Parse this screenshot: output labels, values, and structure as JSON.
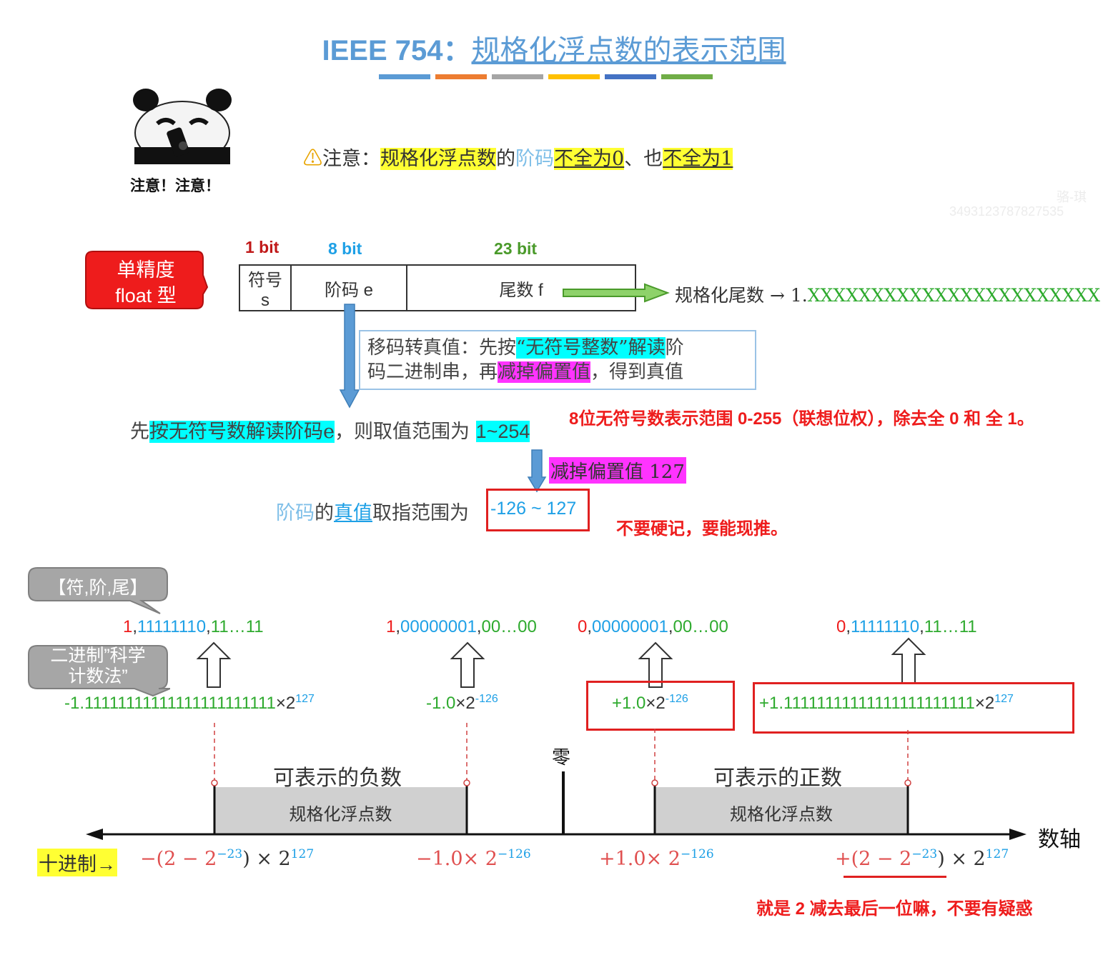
{
  "title": {
    "prefix": "IEEE 754：",
    "main": "规格化浮点数的表示范围"
  },
  "colors": {
    "bar1": "#5B9BD5",
    "bar2": "#ED7D31",
    "bar3": "#A5A5A5",
    "bar4": "#FFC000",
    "bar5": "#4472C4",
    "bar6": "#70AD47"
  },
  "panda": {
    "caption": "注意！注意！"
  },
  "notice": {
    "prefix": "注意：",
    "p1": "规格化浮点数",
    "p2": "的",
    "p3": "阶码",
    "p4": "不全为0",
    "p5": "、也",
    "p6": "不全为1"
  },
  "watermark": {
    "line1": "骆-琪",
    "line2": "3493123787827535"
  },
  "float_label": {
    "line1": "单精度",
    "line2": "float 型"
  },
  "bits": {
    "sign": "1 bit",
    "exp": "8 bit",
    "frac": "23 bit"
  },
  "fields": {
    "sign_l1": "符号",
    "sign_l2": "s",
    "exp": "阶码 e",
    "frac": "尾数 f"
  },
  "mantissa": {
    "label": "规格化尾数 → 1.",
    "xs": "XXXXXXXXXXXXXXXXXXXXXXX"
  },
  "convert_box": {
    "l1a": "移码转真值：先按",
    "l1b": "“无符号整数”解读",
    "l1c": "阶",
    "l2a": "码二进制串，再",
    "l2b": "减掉偏置值",
    "l2c": "，得到真值"
  },
  "unsigned_line": {
    "a": "先",
    "b": "按无符号数解读阶码e",
    "c": "，则取值范围为 ",
    "d": "1~254"
  },
  "note_red1": "8位无符号数表示范围 0-255（联想位权），除去全 0 和 全 1。",
  "sub_bias": "减掉偏置值 127",
  "true_range": {
    "a": "阶码",
    "b": "的",
    "c": "真值",
    "d": "取指范围为",
    "e": "-126 ~ 127"
  },
  "note_red2": "不要硬记，要能现推。",
  "bubble1": "【符,阶,尾】",
  "bubble2": {
    "l1": "二进制”科学",
    "l2": "计数法”"
  },
  "bin": [
    {
      "s": "1",
      "e": "11111110",
      "f": "11…11"
    },
    {
      "s": "1",
      "e": "00000001",
      "f": "00…00"
    },
    {
      "s": "0",
      "e": "00000001",
      "f": "00…00"
    },
    {
      "s": "0",
      "e": "11111110",
      "f": "11…11"
    }
  ],
  "sci": [
    {
      "m": "-1.11111111111111111111111",
      "x": "×2",
      "p": "127"
    },
    {
      "m": "-1.0",
      "x": "×2",
      "p": "-126"
    },
    {
      "m": "+1.0",
      "x": "×2",
      "p": "-126"
    },
    {
      "m": "+1.11111111111111111111111",
      "x": "×2",
      "p": "127"
    }
  ],
  "zero": "零",
  "neg_label": "可表示的负数",
  "pos_label": "可表示的正数",
  "norm": "规格化浮点数",
  "axis_label": "数轴",
  "decimal_tag": "十进制→",
  "dec": {
    "d1": {
      "a": "−(2 − 2",
      "b": "−23",
      "c": ") × 2",
      "d": "127"
    },
    "d2": {
      "a": "−1.0× 2",
      "b": "−126"
    },
    "d3": {
      "a": "+1.0× 2",
      "b": "−126"
    },
    "d4": {
      "a": "+(2 − 2",
      "b": "−23",
      "c": ") × 2",
      "d": "127"
    }
  },
  "note_red3": "就是 2 减去最后一位嘛，不要有疑惑"
}
